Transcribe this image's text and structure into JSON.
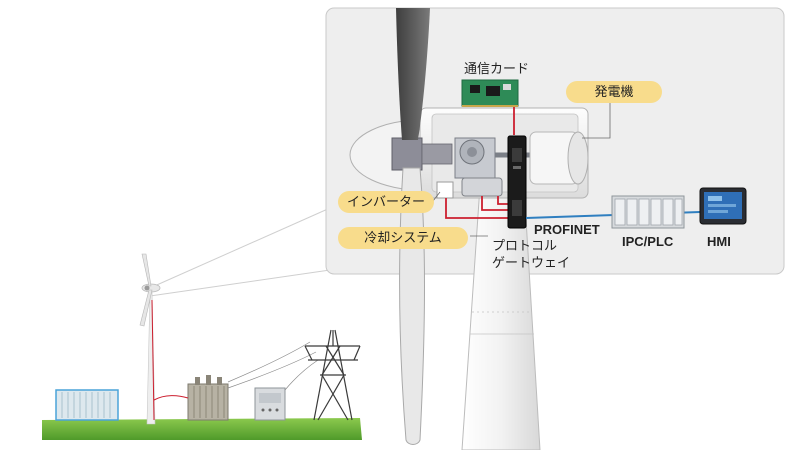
{
  "labels": {
    "comm_card": "通信カード",
    "generator": "発電機",
    "inverter": "インバーター",
    "cooling": "冷却システム",
    "profinet": "PROFINET",
    "gateway_line1": "プロトコル",
    "gateway_line2": "ゲートウェイ",
    "ipc_plc": "IPC/PLC",
    "hmi": "HMI"
  },
  "colors": {
    "panel_bg": "#eeeeee",
    "panel_border": "#c9c9c9",
    "label_pill": "#f8dc8c",
    "cable_red": "#cc1f2f",
    "profinet_blue": "#2f7fc0",
    "grass": "#6cb33f",
    "tower": "#f4f4f4",
    "blade": "#5c5c5c"
  },
  "icons": {
    "comm_card": "pcb-card-icon",
    "gateway": "protocol-gateway-device-icon",
    "ipc_plc": "plc-rack-icon",
    "hmi": "hmi-monitor-icon",
    "transformer": "transformer-icon",
    "pylon": "power-pylon-icon",
    "container": "container-icon"
  }
}
